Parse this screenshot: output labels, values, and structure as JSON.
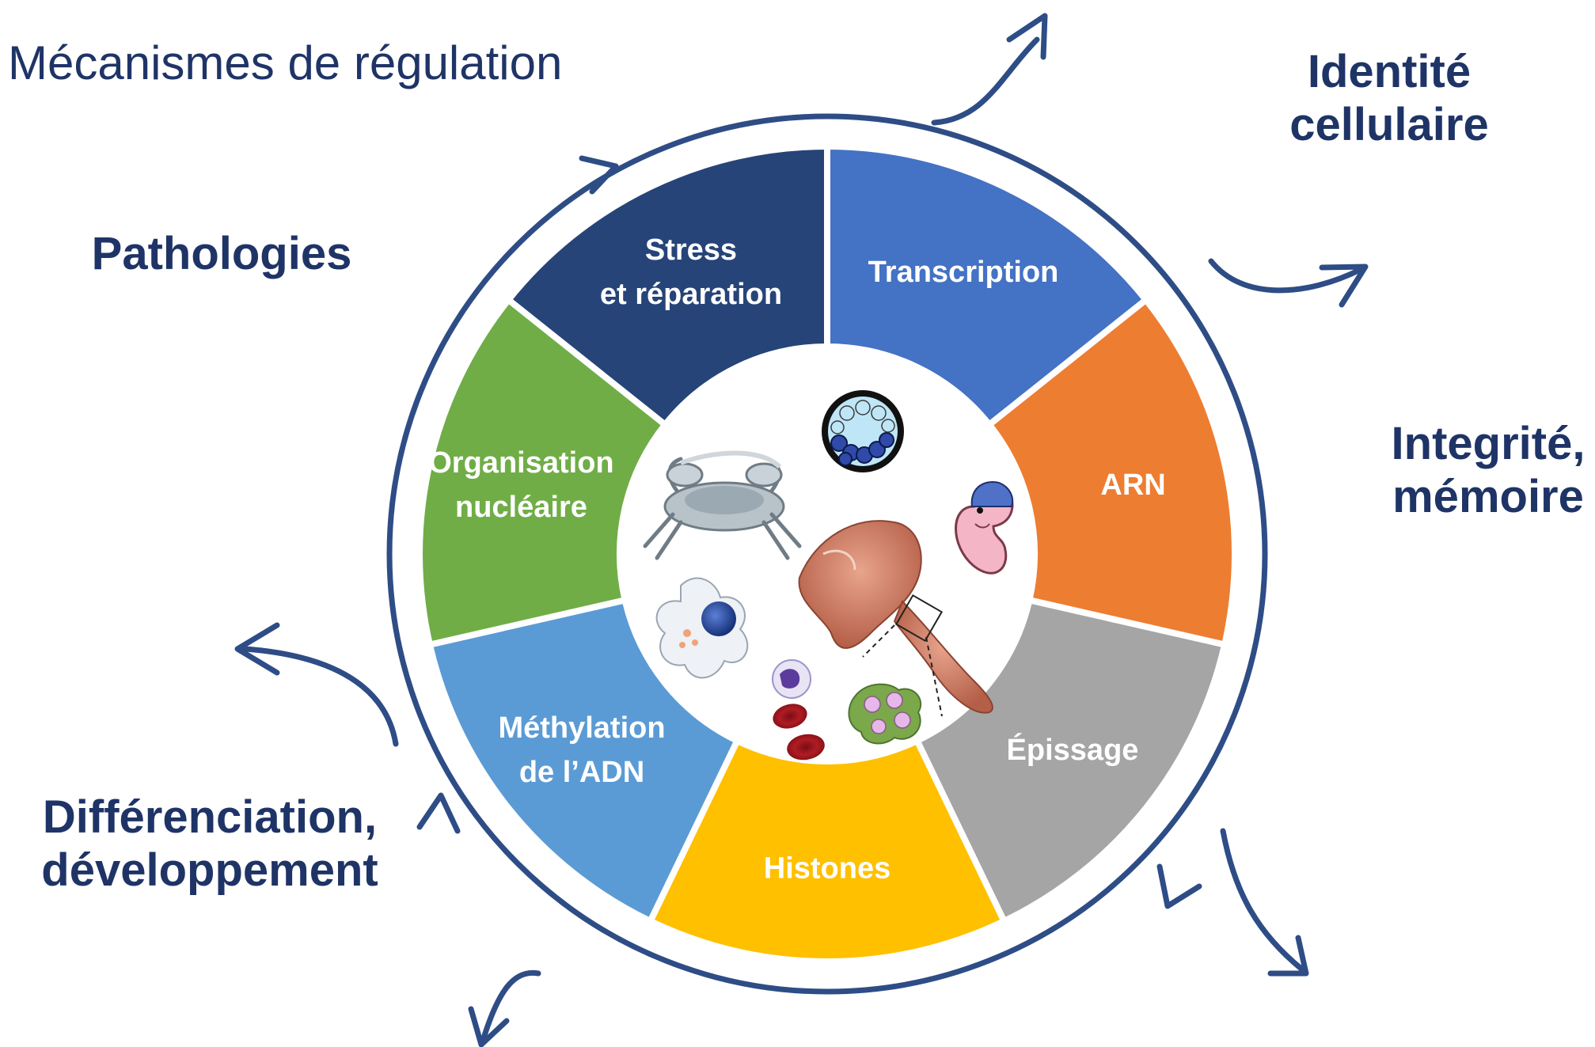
{
  "title": "Mécanismes de régulation",
  "outer_labels": {
    "identite": "Identité\ncellulaire",
    "integrite": "Integrité,\nmémoire",
    "pathologies": "Pathologies",
    "differenciation": "Différenciation,\ndéveloppement"
  },
  "segments": [
    {
      "id": "stress",
      "label": "Stress\net réparation",
      "color": "#264478"
    },
    {
      "id": "transcription",
      "label": "Transcription",
      "color": "#4472c4"
    },
    {
      "id": "arn",
      "label": "ARN",
      "color": "#ed7d31"
    },
    {
      "id": "epissage",
      "label": "Épissage",
      "color": "#a5a5a5"
    },
    {
      "id": "histones",
      "label": "Histones",
      "color": "#ffc000"
    },
    {
      "id": "methylation",
      "label": "Méthylation\nde l’ADN",
      "color": "#5b9bd5"
    },
    {
      "id": "organisation",
      "label": "Organisation\nnucléaire",
      "color": "#70ad47"
    }
  ],
  "center_icons": [
    "crab-icon",
    "blastocyst-icon",
    "embryo-icon",
    "muscle-arm-icon",
    "macrophage-cell-icon",
    "white-blood-cell-icon",
    "red-blood-cells-icon",
    "plant-tissue-icon"
  ],
  "colors": {
    "ring": "#2e4d86",
    "text_dark": "#1f3466",
    "segment_text": "#ffffff"
  }
}
